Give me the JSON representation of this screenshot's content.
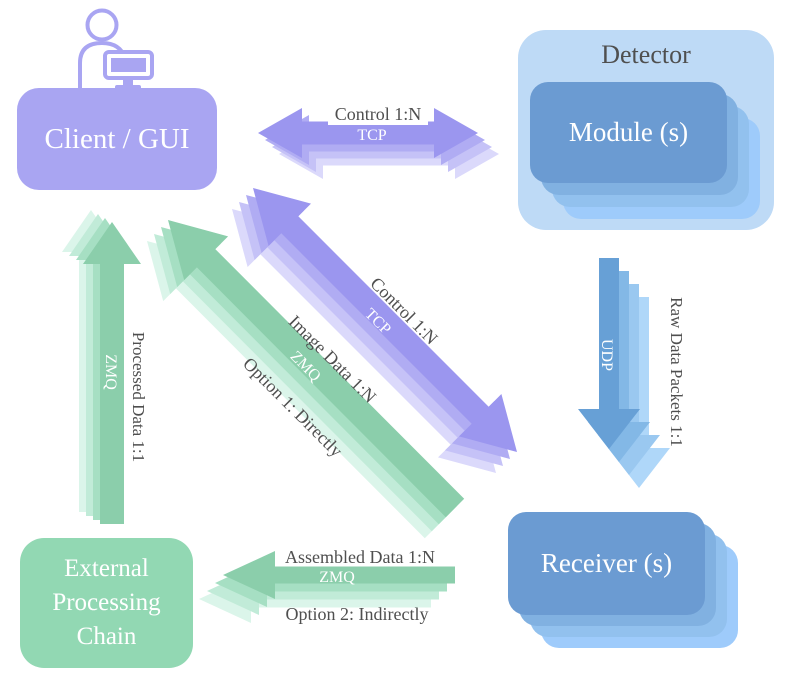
{
  "nodes": {
    "client": {
      "label": "Client / GUI"
    },
    "detector": {
      "label": "Detector"
    },
    "module": {
      "label": "Module (s)"
    },
    "receiver": {
      "label": "Receiver (s)"
    },
    "external": {
      "lines": [
        "External",
        "Processing",
        "Chain"
      ]
    }
  },
  "arrows": {
    "control_top": {
      "label": "Control 1:N",
      "protocol": "TCP"
    },
    "control_diagonal": {
      "label": "Control 1:N",
      "protocol": "TCP"
    },
    "raw_data": {
      "label": "Raw Data Packets 1:1",
      "protocol": "UDP"
    },
    "image_data": {
      "label": "Image Data 1:N",
      "protocol": "ZMQ",
      "note": "Option 1: Directly"
    },
    "processed_data": {
      "label": "Processed Data 1:1",
      "protocol": "ZMQ"
    },
    "assembled_data": {
      "label": "Assembled Data 1:N",
      "protocol": "ZMQ",
      "note": "Option 2: Indirectly"
    }
  },
  "icons": {
    "user": "user-at-computer-icon"
  },
  "colors": {
    "purple_box": "#a9a5f2",
    "purple_arrow": [
      "#9b96ef",
      "#b0acf3",
      "#c5c2f7",
      "#dbd9fb"
    ],
    "blue_container": "#bedaf6",
    "blue_stack": [
      "#6b9bd2",
      "#81b1e1",
      "#92c1ee",
      "#9ecbfb"
    ],
    "blue_arrow": [
      "#67a0d6",
      "#83b8e6",
      "#9ac8f0",
      "#afd7f9"
    ],
    "green_box": "#92d8b3",
    "green_arrow": [
      "#8bceab",
      "#a6dfc3",
      "#c1ebd8",
      "#dbf5ea"
    ],
    "label": "#4f4f4f",
    "white_text": "#ffffff"
  }
}
